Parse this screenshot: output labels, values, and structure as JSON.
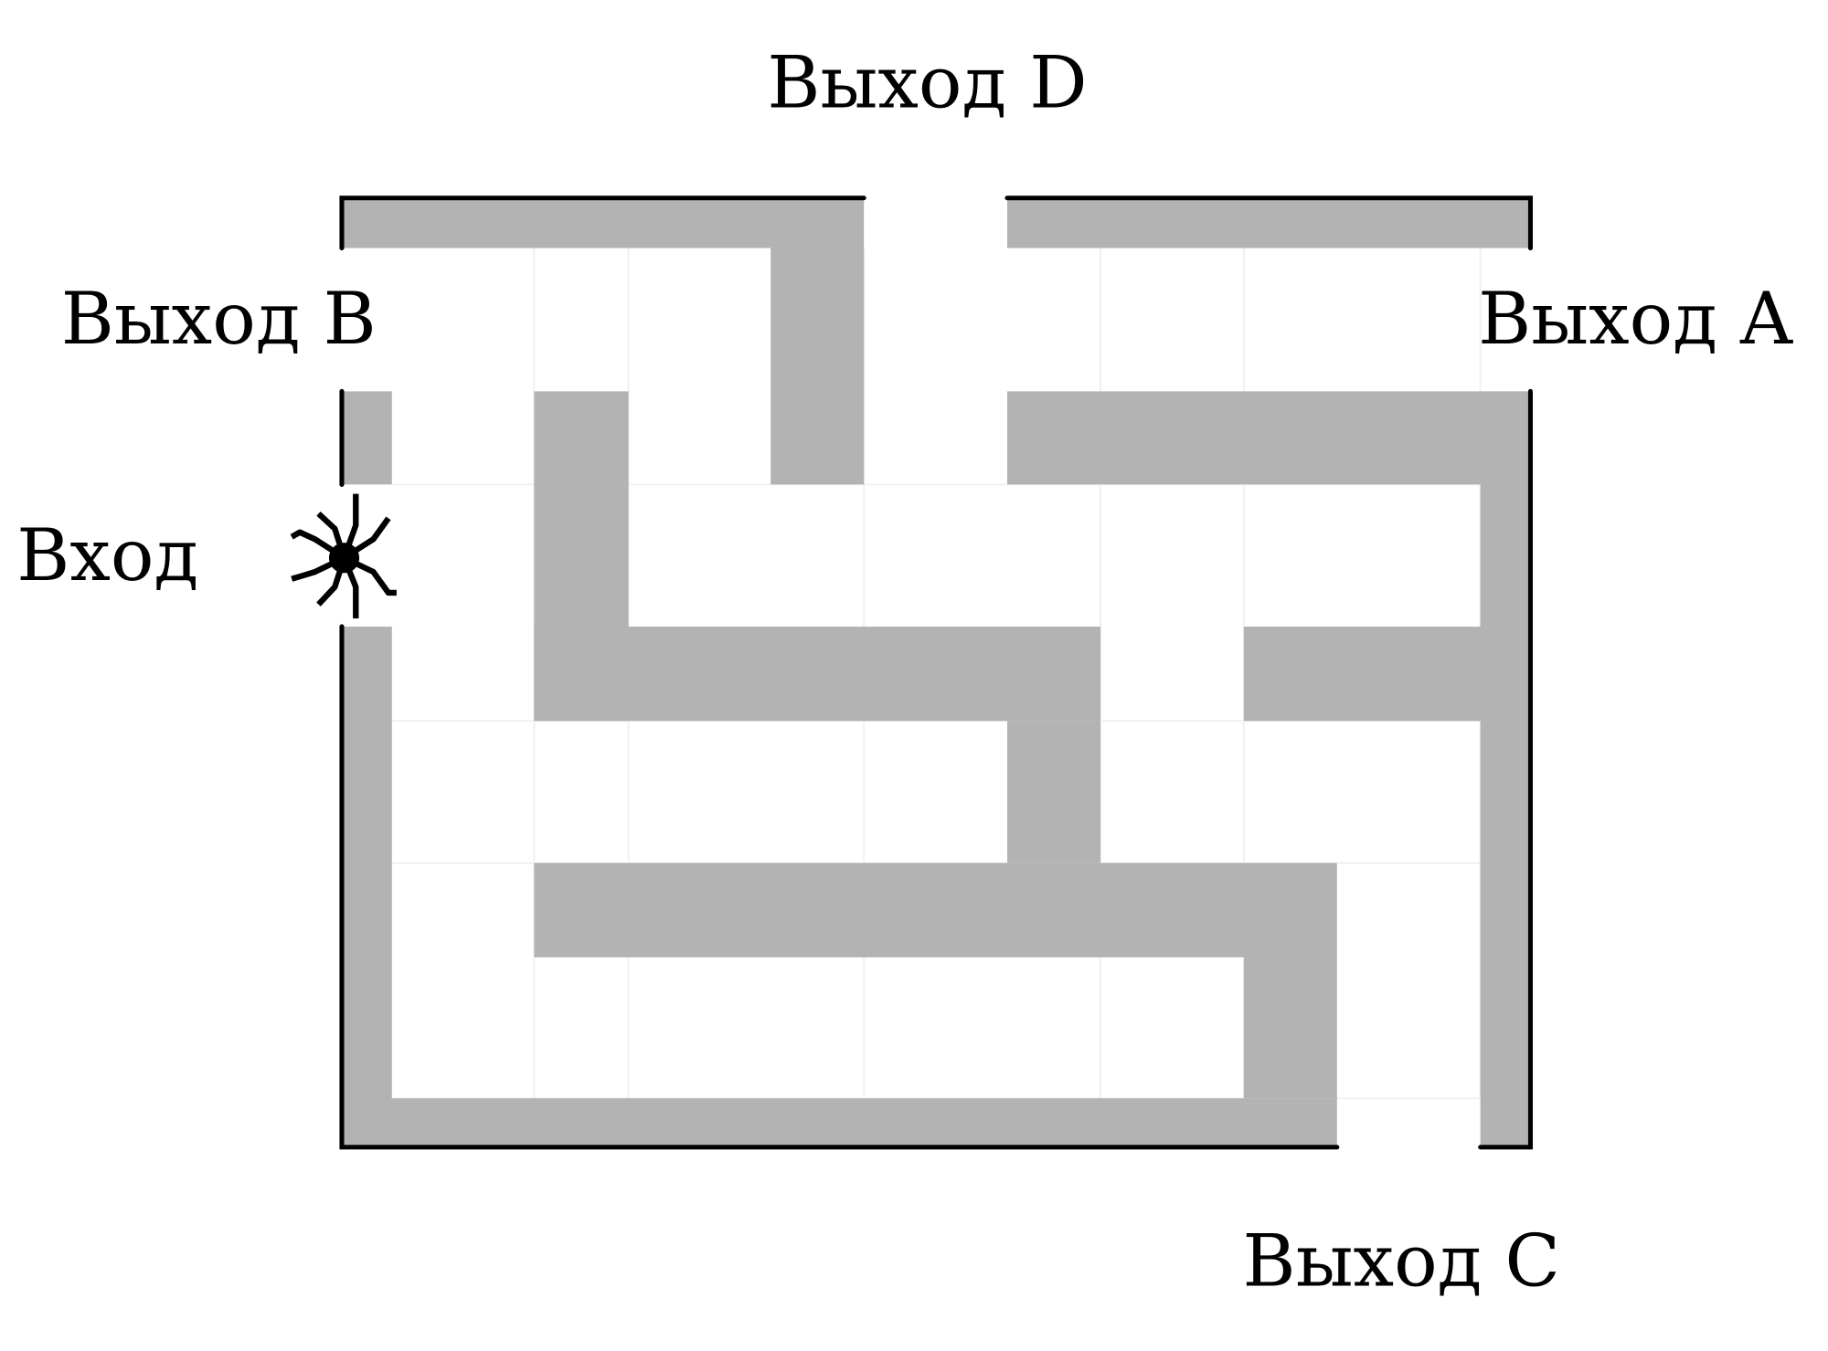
{
  "diagram": {
    "title": "Maze",
    "labels": {
      "exit_d": "Выход D",
      "exit_b": "Выход B",
      "exit_a": "Выход A",
      "entrance": "Вход",
      "exit_c": "Выход C"
    },
    "colors": {
      "wall": "#b3b3b3",
      "border": "#000000"
    }
  }
}
